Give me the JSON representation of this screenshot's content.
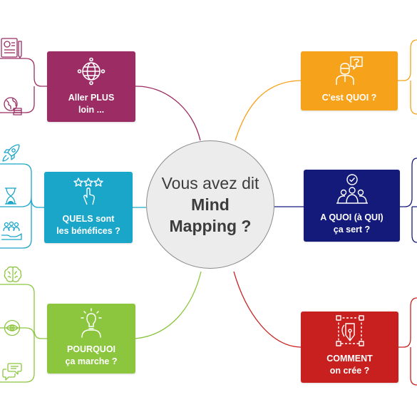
{
  "center": {
    "line1": "Vous avez dit",
    "line2": "Mind",
    "line3": "Mapping ?"
  },
  "colors": {
    "purple": "#9b2c64",
    "teal": "#1aa6c9",
    "green": "#8cc63f",
    "orange": "#f7a21b",
    "navy": "#141a7a",
    "red": "#c8201e"
  },
  "branches": [
    {
      "id": "aller-plus-loin",
      "line1": "Aller PLUS",
      "line2": "loin ...",
      "icon": "globe-icon"
    },
    {
      "id": "quels-sont-les-benefices",
      "line1": "QUELS sont",
      "line2": "les bénéfices ?",
      "icon": "touch-stars-icon"
    },
    {
      "id": "pourquoi-ca-marche",
      "line1": "POURQUOI",
      "line2": "ça marche ?",
      "icon": "lightbulb-person-icon"
    },
    {
      "id": "cest-quoi",
      "line1": "C'est QUOI ?",
      "line2": "",
      "icon": "person-question-icon"
    },
    {
      "id": "a-quoi-ca-sert",
      "line1": "A QUOI (à QUI)",
      "line2": "ça sert ?",
      "icon": "team-check-icon"
    },
    {
      "id": "comment-on-cree",
      "line1": "COMMENT",
      "line2": "on crée ?",
      "icon": "design-pen-icon"
    }
  ],
  "leaf_icons": {
    "purple": [
      "document-certificate-icon",
      "globe-books-icon"
    ],
    "teal": [
      "rocket-icon",
      "hourglass-icon",
      "hand-people-icon"
    ],
    "green": [
      "brain-icon",
      "eye-icon",
      "speech-bubbles-icon"
    ]
  }
}
